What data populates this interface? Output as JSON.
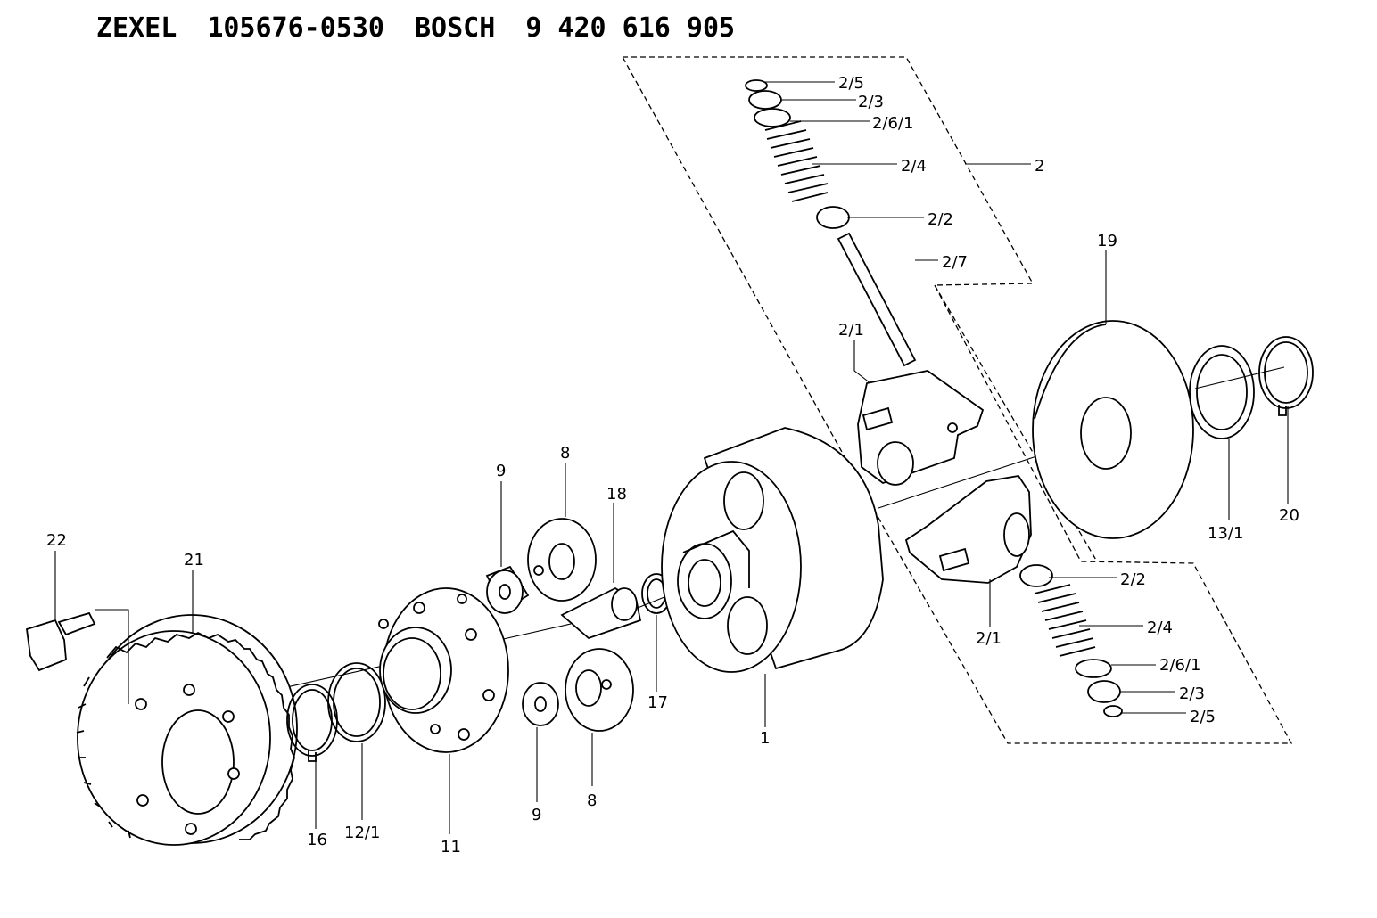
{
  "header": {
    "brand1": "ZEXEL",
    "part1": "105676-0530",
    "brand2": "BOSCH",
    "part2": "9 420 616 905"
  },
  "labels": {
    "l2_5a": "2/5",
    "l2_3a": "2/3",
    "l2_6_1a": "2/6/1",
    "l2_4a": "2/4",
    "l2": "2",
    "l2_2a": "2/2",
    "l2_7": "2/7",
    "l19": "19",
    "l2_1a": "2/1",
    "l13_1": "13/1",
    "l20": "20",
    "l9a": "9",
    "l8a": "8",
    "l18": "18",
    "l22": "22",
    "l21": "21",
    "l2_2b": "2/2",
    "l2_4b": "2/4",
    "l2_1b": "2/1",
    "l2_6_1b": "2/6/1",
    "l2_3b": "2/3",
    "l2_5b": "2/5",
    "l17": "17",
    "l1": "1",
    "l16": "16",
    "l12_1": "12/1",
    "l11": "11",
    "l9b": "9",
    "l8b": "8"
  }
}
